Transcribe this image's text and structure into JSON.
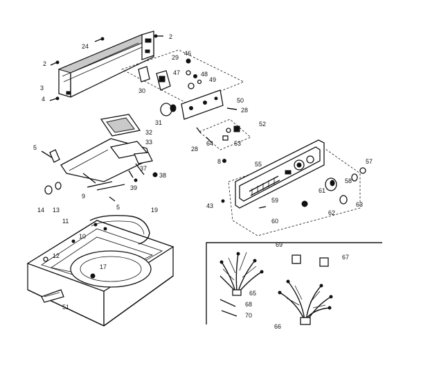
{
  "diagram": {
    "part_numbers": [
      "2",
      "24",
      "2",
      "3",
      "4",
      "29",
      "46",
      "47",
      "48",
      "49",
      "30",
      "50",
      "28",
      "31",
      "32",
      "33",
      "52",
      "28",
      "64",
      "53",
      "5",
      "8",
      "55",
      "57",
      "37",
      "38",
      "58",
      "9",
      "39",
      "43",
      "61",
      "59",
      "14",
      "13",
      "5",
      "60",
      "62",
      "63",
      "19",
      "11",
      "10",
      "12",
      "17",
      "51",
      "69",
      "67",
      "65",
      "68",
      "70",
      "66"
    ]
  },
  "colors": {
    "ink": "#111111",
    "paper": "#ffffff"
  }
}
